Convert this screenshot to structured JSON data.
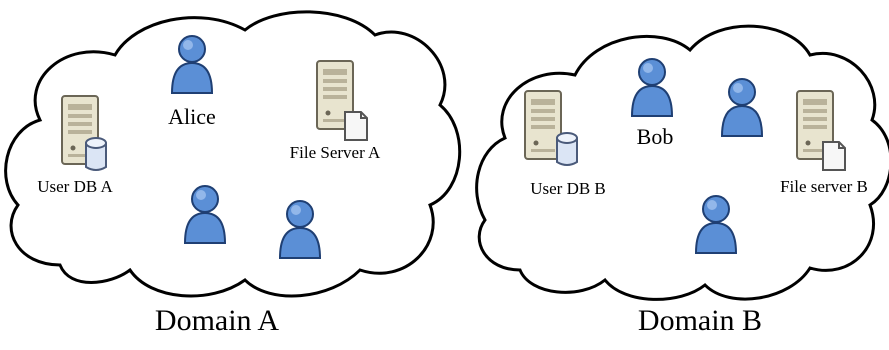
{
  "domains": [
    {
      "title": "Domain A",
      "labels": {
        "user": "Alice",
        "user_db": "User DB A",
        "file_server": "File Server A"
      }
    },
    {
      "title": "Domain B",
      "labels": {
        "user": "Bob",
        "user_db": "User DB B",
        "file_server": "File server B"
      }
    }
  ],
  "colors": {
    "cloud_stroke": "#000000",
    "cloud_fill": "#ffffff",
    "user_body": "#5b8fd6",
    "user_shadow": "#2f5f9e",
    "server_body": "#e8e4cf",
    "server_shadow": "#b9b29a"
  },
  "icons": {
    "user": "user-icon",
    "server": "server-icon",
    "database": "database-icon",
    "document": "document-icon"
  }
}
